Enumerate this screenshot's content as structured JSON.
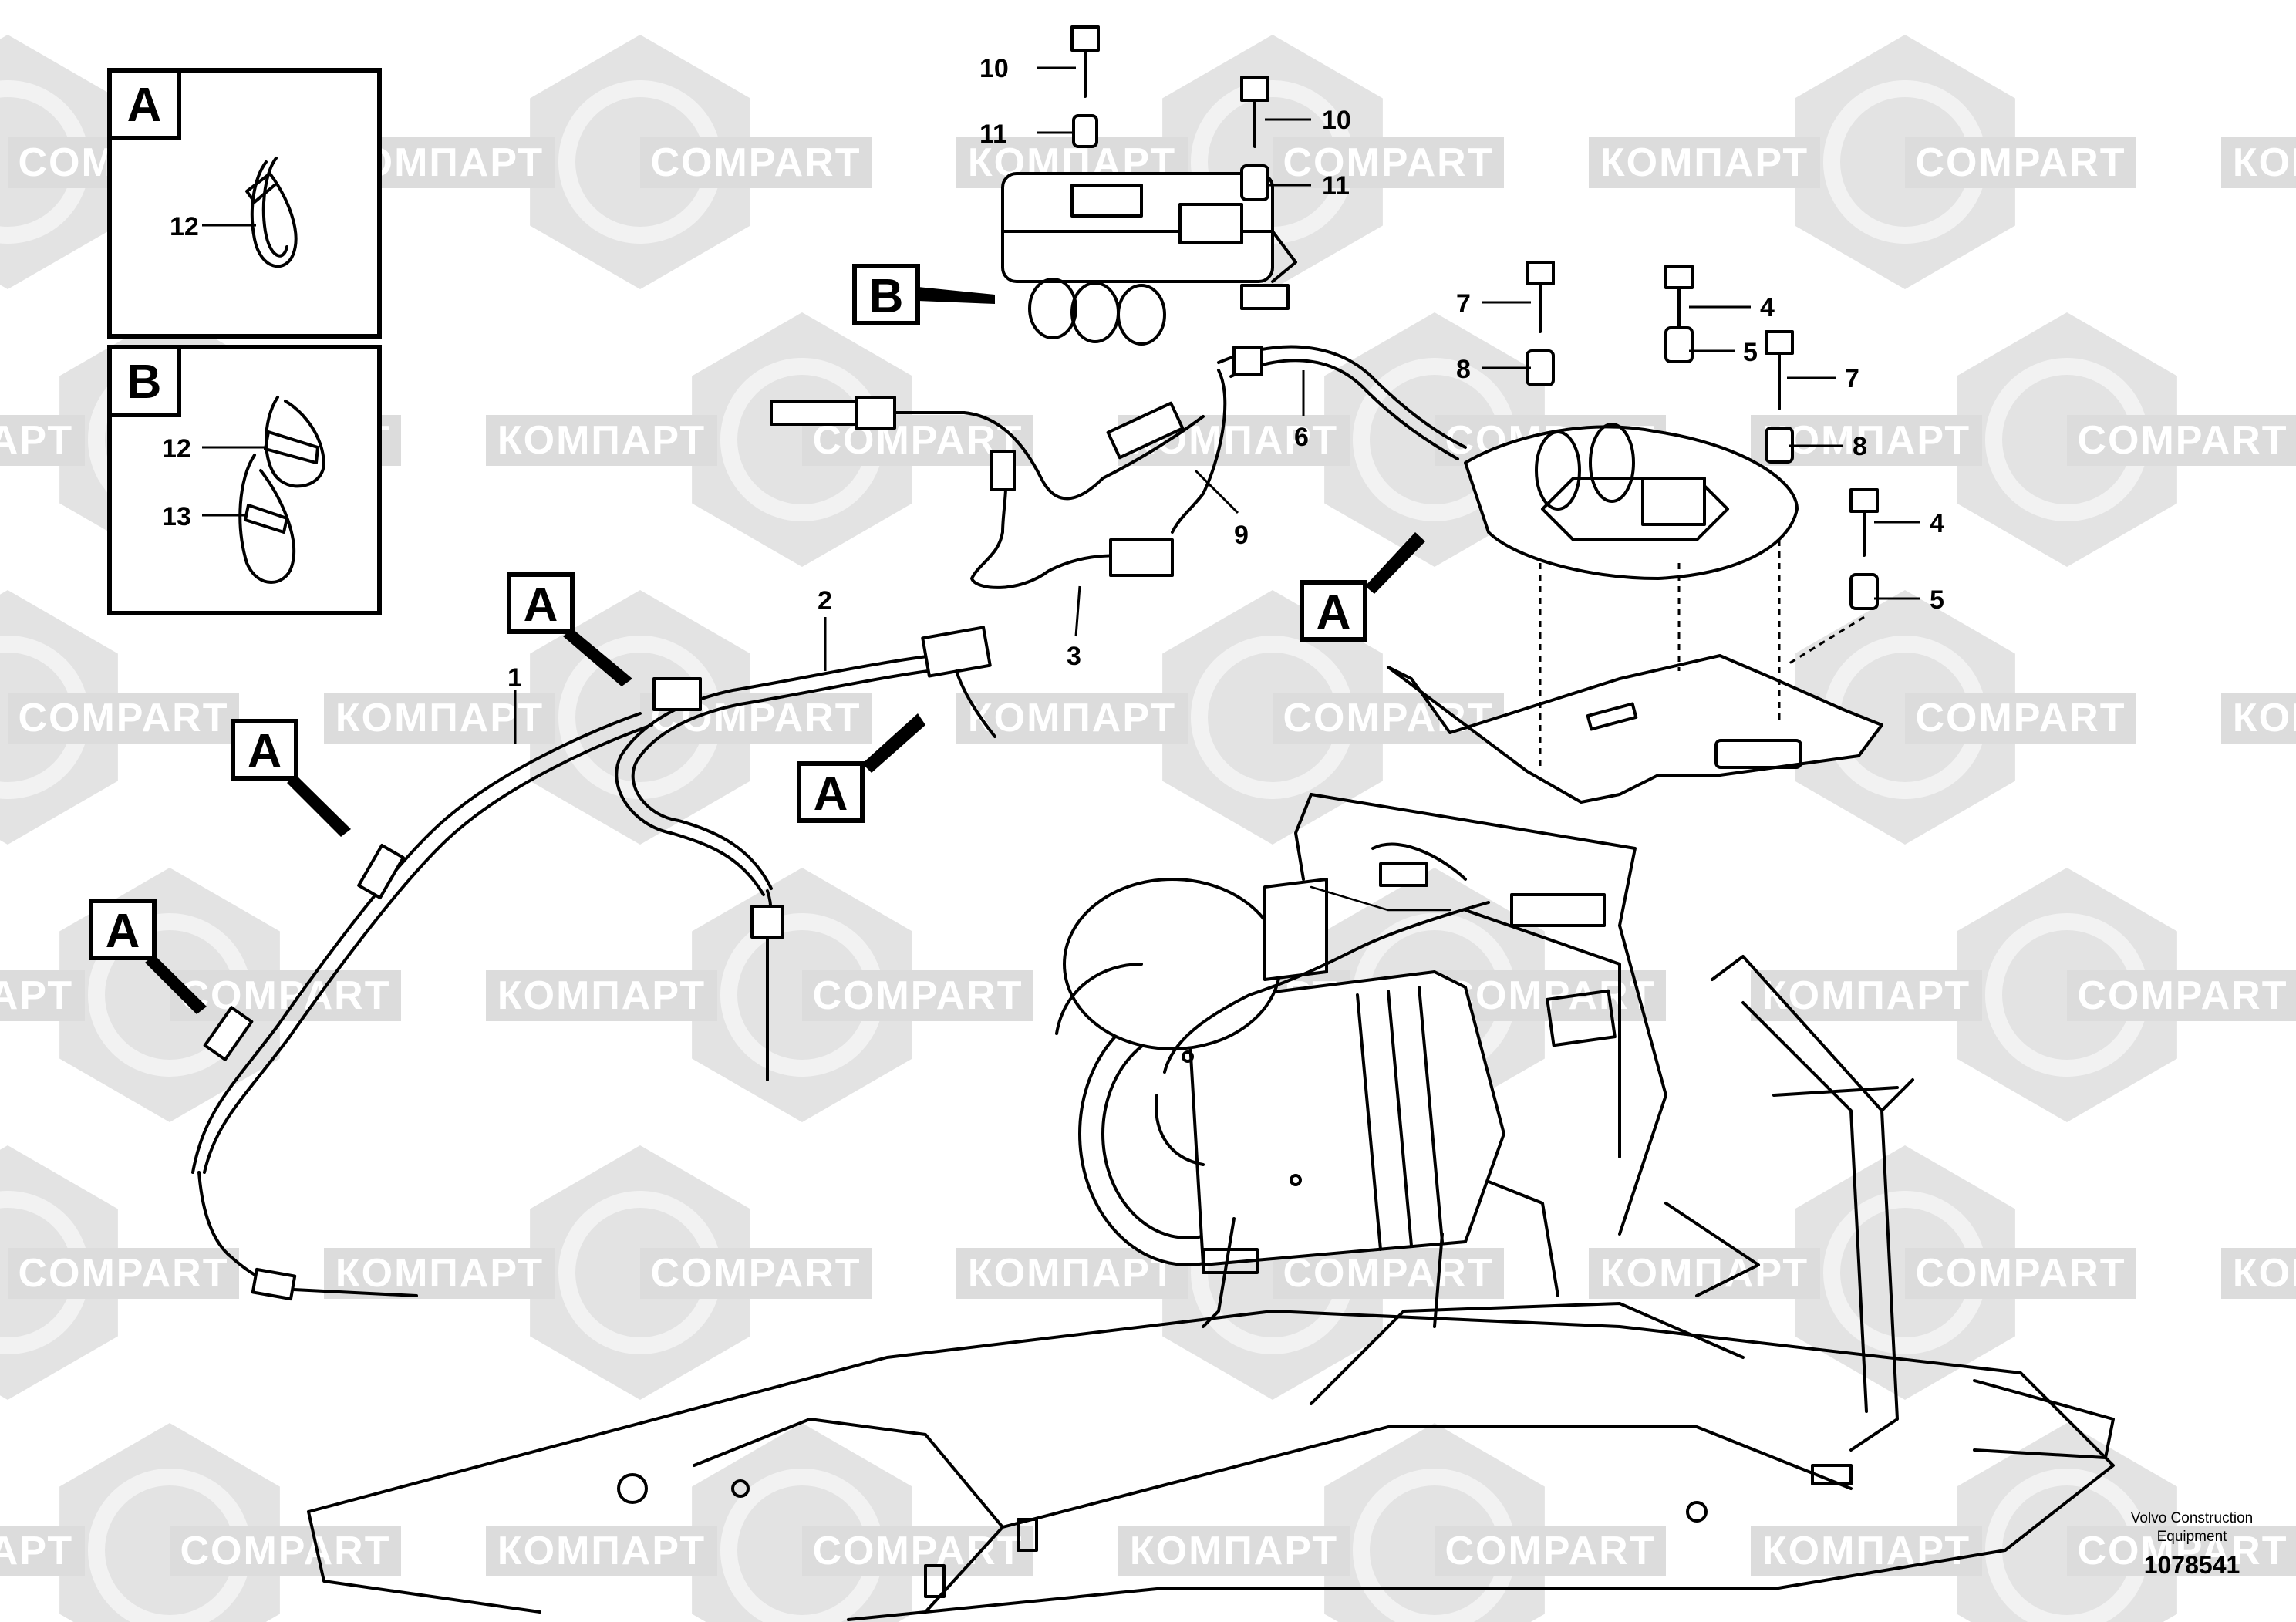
{
  "watermark": {
    "text_cyrillic": "КОМПАРТ",
    "text_latin": "COMPART"
  },
  "detail_views": [
    {
      "id": "A",
      "label": "A",
      "callouts": [
        "12"
      ]
    },
    {
      "id": "B",
      "label": "B",
      "callouts": [
        "12",
        "13"
      ]
    }
  ],
  "reference_labels": [
    "A",
    "A",
    "A",
    "A",
    "A",
    "B"
  ],
  "callouts": {
    "c1": "1",
    "c2": "2",
    "c3": "3",
    "c4a": "4",
    "c4b": "4",
    "c5a": "5",
    "c5b": "5",
    "c6": "6",
    "c7a": "7",
    "c7b": "7",
    "c8a": "8",
    "c8b": "8",
    "c9": "9",
    "c10a": "10",
    "c10b": "10",
    "c11a": "11",
    "c11b": "11",
    "c12a": "12",
    "c12b": "12",
    "c13": "13"
  },
  "footer": {
    "brand_line1": "Volvo Construction",
    "brand_line2": "Equipment",
    "drawing_number": "1078541"
  }
}
